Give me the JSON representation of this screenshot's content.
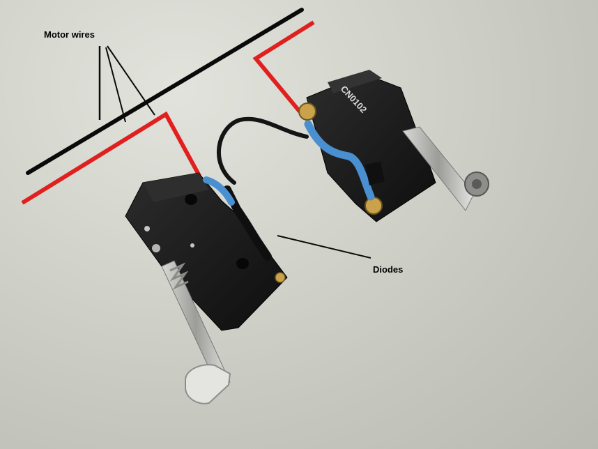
{
  "annotations": {
    "motor_wires_label": "Motor wires",
    "diodes_label": "Diodes"
  },
  "switch_marking": {
    "model_text": "CN0102"
  },
  "colors": {
    "background": "#cfd1c9",
    "wire_red": "#e0201f",
    "wire_black": "#0a0a0a",
    "switch_body": "#1a1a1a",
    "heatshrink_blue": "#4a8fd0",
    "lever_metal": "#b8b8b4"
  }
}
